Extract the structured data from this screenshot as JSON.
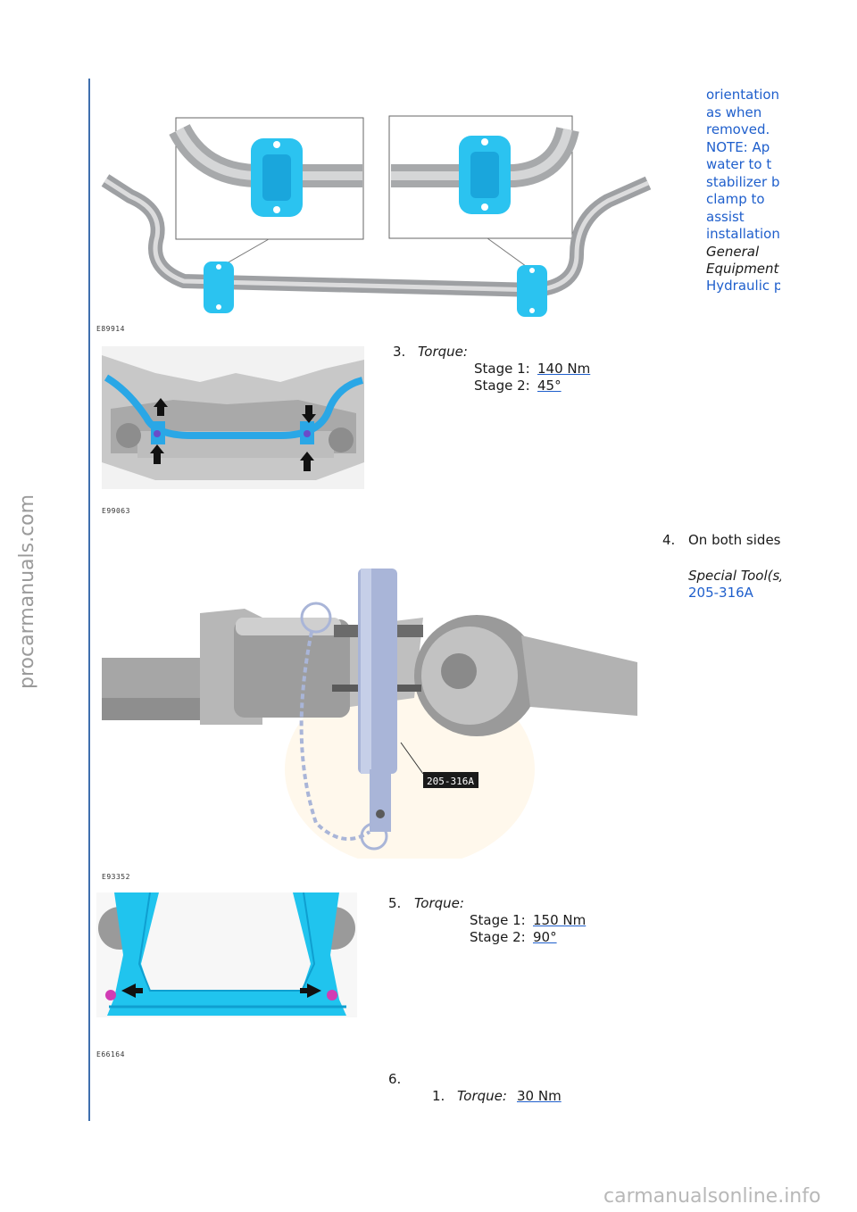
{
  "watermarks": {
    "left": "procarmanuals.com",
    "bottom": "carmanualsonline.info"
  },
  "side_note": {
    "lines": [
      "orientation",
      "as when",
      "removed.",
      "NOTE: Ap",
      "water to t",
      "stabilizer b",
      "clamp to",
      "assist",
      "installation"
    ],
    "general": "General",
    "equipment": "Equipment",
    "hydraulic": "Hydraulic p"
  },
  "figures": [
    {
      "label": "E89914"
    },
    {
      "label": "E99063"
    },
    {
      "label": "E93352",
      "tool_tag": "205-316A"
    },
    {
      "label": "E66164"
    }
  ],
  "steps": {
    "s3": {
      "number": "3.",
      "torque_label": "Torque:",
      "stage1_label": "Stage 1:",
      "stage1_value": "140 Nm",
      "stage2_label": "Stage 2:",
      "stage2_value": "45°"
    },
    "s4": {
      "number": "4.",
      "text": "On both sides",
      "special_tool": "Special Tool(s)",
      "tool_code": "205-316A"
    },
    "s5": {
      "number": "5.",
      "torque_label": "Torque:",
      "stage1_label": "Stage 1:",
      "stage1_value": "150 Nm",
      "stage2_label": "Stage 2:",
      "stage2_value": "90°"
    },
    "s6": {
      "number": "6.",
      "sub_number": "1.",
      "torque_label": "Torque:",
      "torque_value": "30 Nm"
    }
  },
  "colors": {
    "link_blue": "#1f5fcc",
    "rule_blue": "#3f6fae",
    "part_cyan": "#2bc3f0"
  }
}
